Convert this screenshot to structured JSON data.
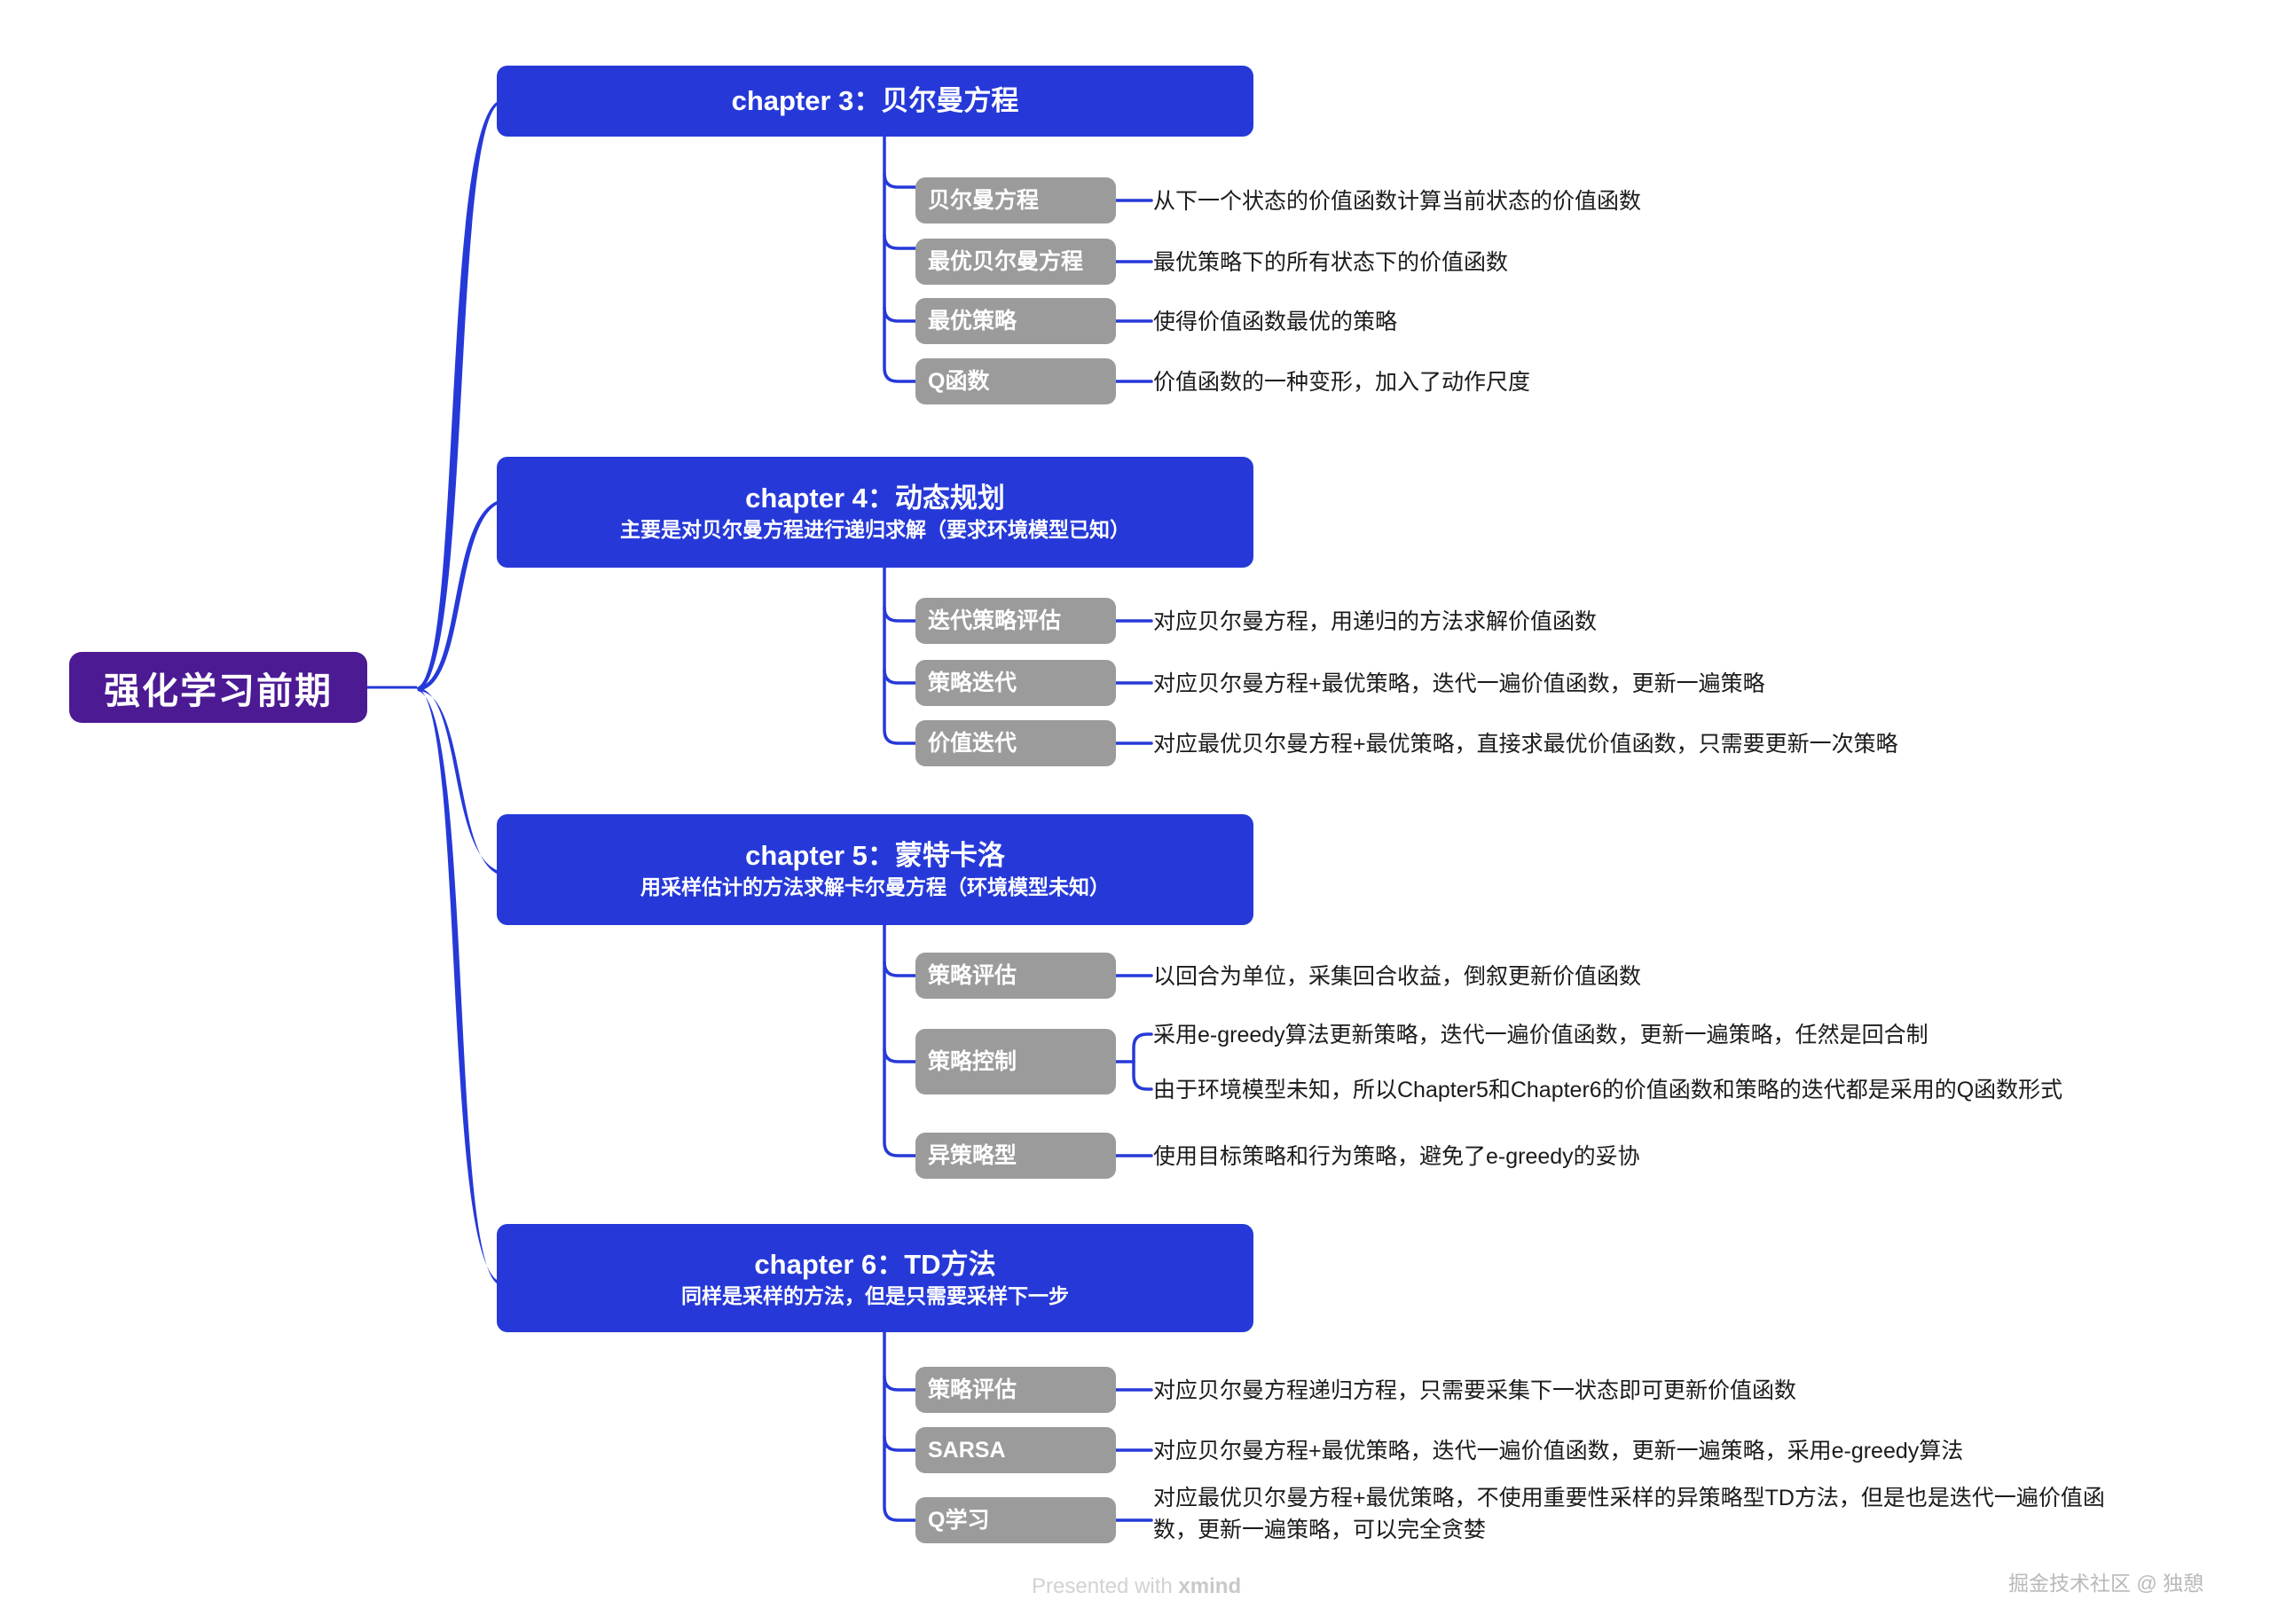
{
  "root": {
    "label": "强化学习前期",
    "color": "#4c1a93"
  },
  "theme": {
    "branch_color": "#2639d8",
    "topic_color": "#9b9b9b",
    "text_color": "#1b1b1b"
  },
  "chapters": [
    {
      "title": "chapter 3：贝尔曼方程",
      "subtitle": "",
      "topics": [
        {
          "label": "贝尔曼方程",
          "leaves": [
            "从下一个状态的价值函数计算当前状态的价值函数"
          ]
        },
        {
          "label": "最优贝尔曼方程",
          "leaves": [
            "最优策略下的所有状态下的价值函数"
          ]
        },
        {
          "label": "最优策略",
          "leaves": [
            "使得价值函数最优的策略"
          ]
        },
        {
          "label": "Q函数",
          "leaves": [
            "价值函数的一种变形，加入了动作尺度"
          ]
        }
      ]
    },
    {
      "title": "chapter 4：动态规划",
      "subtitle": "主要是对贝尔曼方程进行递归求解（要求环境模型已知）",
      "topics": [
        {
          "label": "迭代策略评估",
          "leaves": [
            "对应贝尔曼方程，用递归的方法求解价值函数"
          ]
        },
        {
          "label": "策略迭代",
          "leaves": [
            "对应贝尔曼方程+最优策略，迭代一遍价值函数，更新一遍策略"
          ]
        },
        {
          "label": "价值迭代",
          "leaves": [
            "对应最优贝尔曼方程+最优策略，直接求最优价值函数，只需要更新一次策略"
          ]
        }
      ]
    },
    {
      "title": "chapter 5：蒙特卡洛",
      "subtitle": "用采样估计的方法求解卡尔曼方程（环境模型未知）",
      "topics": [
        {
          "label": "策略评估",
          "leaves": [
            "以回合为单位，采集回合收益，倒叙更新价值函数"
          ]
        },
        {
          "label": "策略控制",
          "leaves": [
            "采用e-greedy算法更新策略，迭代一遍价值函数，更新一遍策略，任然是回合制",
            "由于环境模型未知，所以Chapter5和Chapter6的价值函数和策略的迭代都是采用的Q函数形式"
          ]
        },
        {
          "label": "异策略型",
          "leaves": [
            "使用目标策略和行为策略，避免了e-greedy的妥协"
          ]
        }
      ]
    },
    {
      "title": "chapter 6：TD方法",
      "subtitle": "同样是采样的方法，但是只需要采样下一步",
      "topics": [
        {
          "label": "策略评估",
          "leaves": [
            "对应贝尔曼方程递归方程，只需要采集下一状态即可更新价值函数"
          ]
        },
        {
          "label": "SARSA",
          "leaves": [
            "对应贝尔曼方程+最优策略，迭代一遍价值函数，更新一遍策略，采用e-greedy算法"
          ]
        },
        {
          "label": "Q学习",
          "leaves": [
            "对应最优贝尔曼方程+最优策略，不使用重要性采样的异策略型TD方法，但是也是迭代一遍价值函\n数，更新一遍策略，可以完全贪婪"
          ]
        }
      ]
    }
  ],
  "footer": {
    "xmind_prefix": "Presented with ",
    "xmind_brand": "xmind",
    "author": "掘金技术社区 @ 独憩"
  }
}
